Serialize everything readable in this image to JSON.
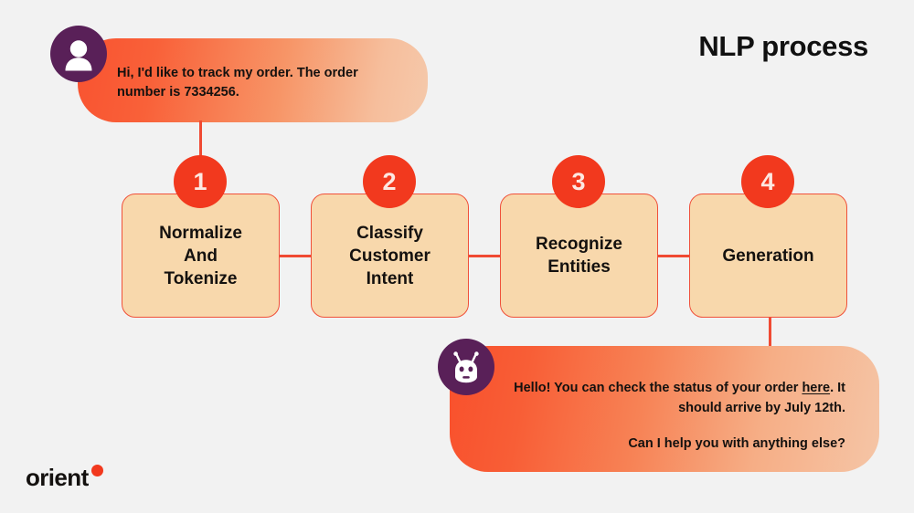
{
  "page": {
    "title": "NLP process",
    "background_color": "#F2F2F2"
  },
  "colors": {
    "accent_red": "#F2391E",
    "connector_red": "#F04A33",
    "box_fill": "#F8D8AC",
    "box_border": "#F0503A",
    "avatar_purple": "#592058",
    "bubble_gradient_from": "#F9502C",
    "bubble_gradient_to": "#F5C5A6",
    "text_dark": "#14110F"
  },
  "user_message": {
    "avatar_icon": "person-icon",
    "text": "Hi, I'd like to track my order. The order number is 7334256."
  },
  "bot_message": {
    "avatar_icon": "robot-icon",
    "line1_before_link": "Hello! You can check the status of your order ",
    "link_label": "here",
    "line1_after_link": ". It should arrive by July 12th.",
    "line2": "Can I help you with anything else?"
  },
  "steps": [
    {
      "number": "1",
      "label": "Normalize\nAnd\nTokenize"
    },
    {
      "number": "2",
      "label": "Classify\nCustomer\nIntent"
    },
    {
      "number": "3",
      "label": "Recognize\nEntities"
    },
    {
      "number": "4",
      "label": "Generation"
    }
  ],
  "logo": {
    "name": "orient",
    "dot_color": "#F2391E"
  }
}
